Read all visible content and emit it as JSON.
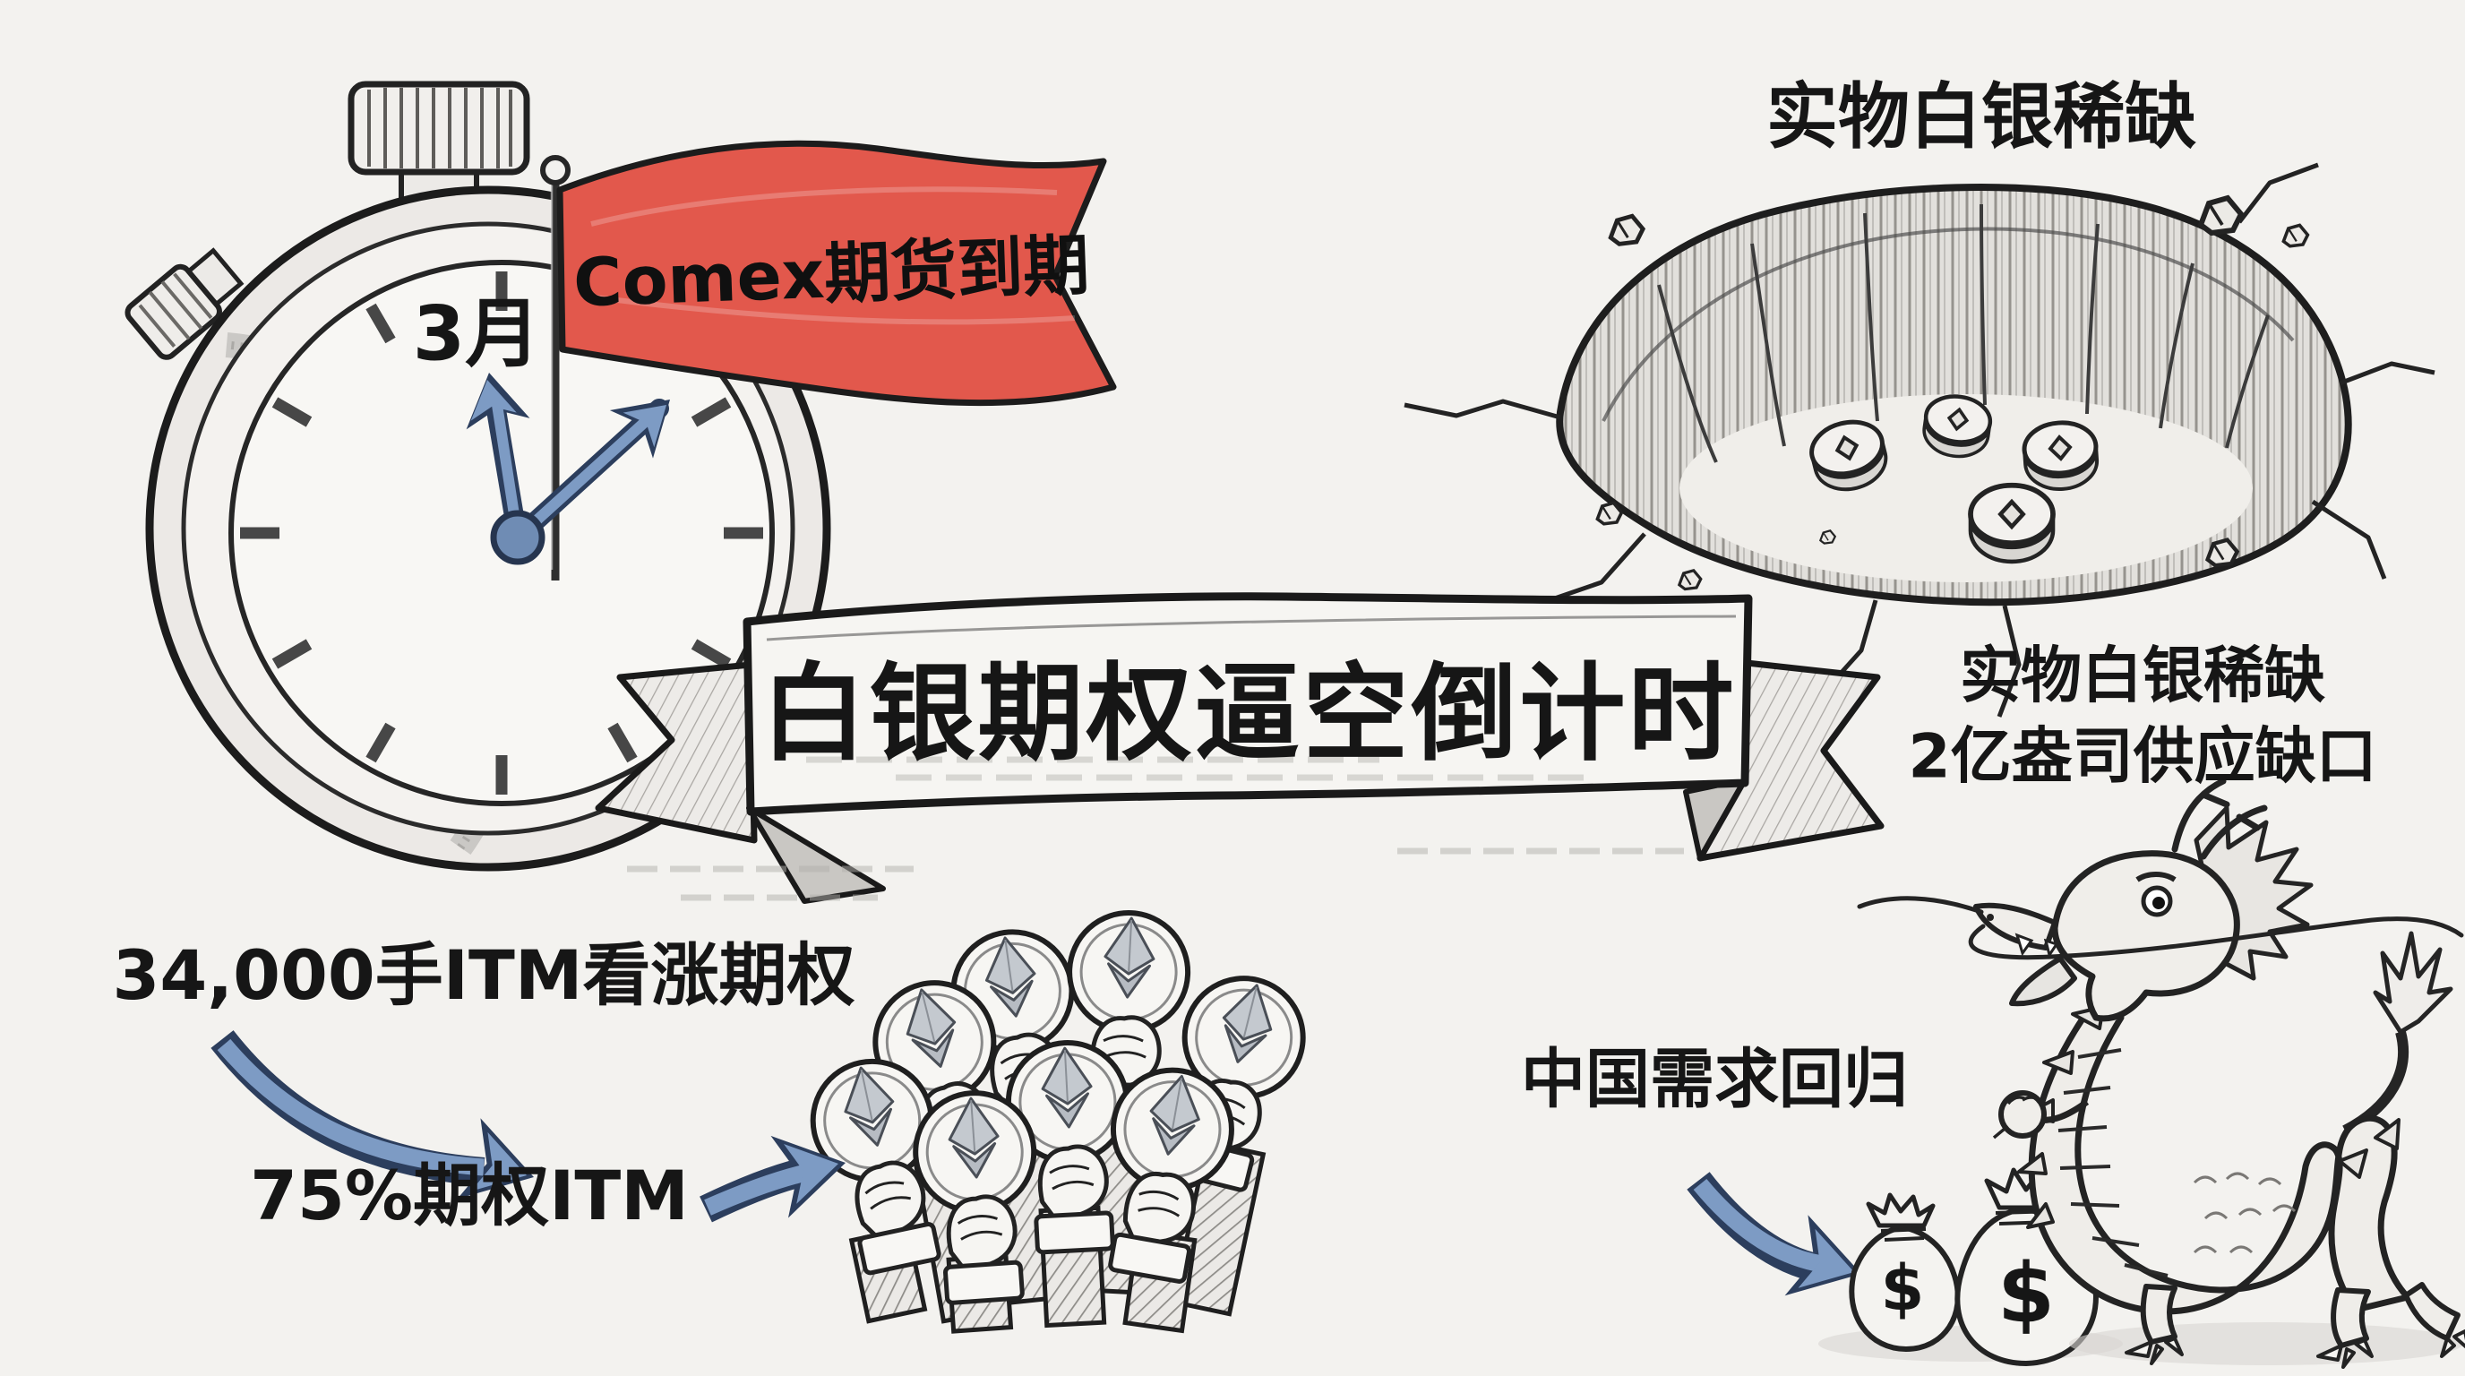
{
  "illustration": {
    "banner_title": "白银期权逼空倒计时",
    "flag_label": "Comex期货到期",
    "clock_month": "3月",
    "scarcity_heading": "实物白银稀缺",
    "scarcity_note_line1": "实物白银稀缺",
    "scarcity_note_line2": "2亿盎司供应缺口",
    "itm_calls_label": "34,000手ITM看涨期权",
    "itm_percent_label": "75%期权ITM",
    "china_demand_label": "中国需求回归",
    "money_bag_symbol": "$"
  },
  "colors": {
    "background": "#f3f2ef",
    "flag_red": "#e2584c",
    "arrow_blue": "#7d9bc4",
    "arrow_outline": "#2c3e5d",
    "ink": "#1a1a1a",
    "pencil_gray": "#9a9894"
  }
}
